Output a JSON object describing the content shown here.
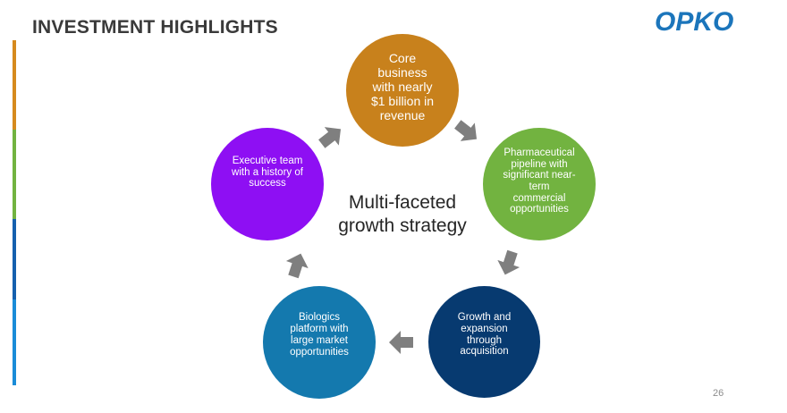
{
  "slide": {
    "title": "INVESTMENT HIGHLIGHTS",
    "logo_text": "OPKO",
    "page_number": "26",
    "center_text": "Multi-faceted\ngrowth strategy"
  },
  "cycle": [
    {
      "id": "core",
      "text": "Core\nbusiness\nwith nearly\n$1 billion in\nrevenue",
      "color": "#C8811C"
    },
    {
      "id": "pipeline",
      "text": "Pharmaceutical\npipeline with\nsignificant near-\nterm\ncommercial\nopportunities",
      "color": "#72B340"
    },
    {
      "id": "growth",
      "text": "Growth and\nexpansion\nthrough\nacquisition",
      "color": "#073A70"
    },
    {
      "id": "biologics",
      "text": "Biologics\nplatform with\nlarge market\nopportunities",
      "color": "#1479AE"
    },
    {
      "id": "executive",
      "text": "Executive team\nwith a history of\nsuccess",
      "color": "#8E0FF3"
    }
  ],
  "colors": {
    "arrow": "#7F7F7F",
    "logo": "#1B75BB",
    "sidebar": [
      "#D68A1E",
      "#72B340",
      "#1560AE",
      "#1A8CD8"
    ]
  }
}
